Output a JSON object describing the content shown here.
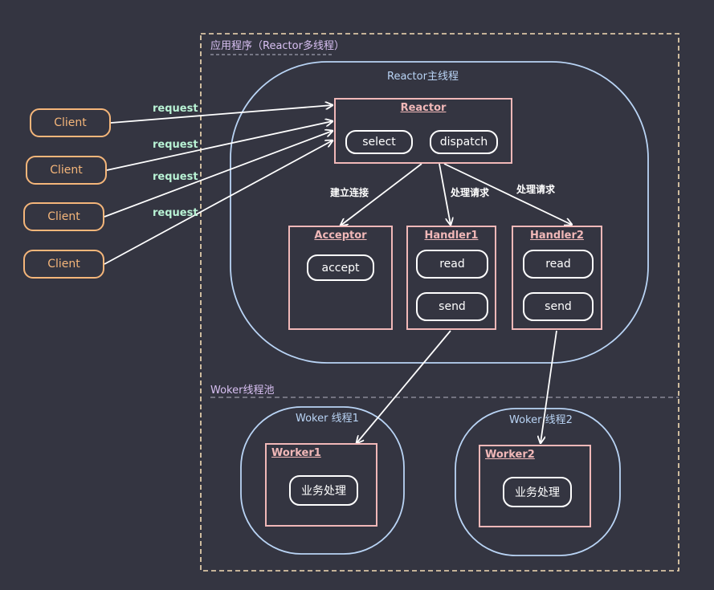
{
  "app_frame": {
    "title": "应用程序（Reactor多线程）"
  },
  "reactor_thread": {
    "title": "Reactor主线程"
  },
  "reactor": {
    "title": "Reactor",
    "select": "select",
    "dispatch": "dispatch"
  },
  "acceptor": {
    "title": "Acceptor",
    "accept": "accept"
  },
  "handler1": {
    "title": "Handler1",
    "read": "read",
    "send": "send"
  },
  "handler2": {
    "title": "Handler2",
    "read": "read",
    "send": "send"
  },
  "clients": [
    "Client",
    "Client",
    "Client",
    "Client"
  ],
  "requests": [
    "request",
    "request",
    "request",
    "request"
  ],
  "edge_labels": {
    "connect": "建立连接",
    "process1": "处理请求",
    "process2": "处理请求"
  },
  "worker_pool": {
    "title": "Woker线程池"
  },
  "worker_thread1": {
    "title": "Woker 线程1"
  },
  "worker_thread2": {
    "title": "Woker 线程2"
  },
  "worker1": {
    "title": "Worker1",
    "task": "业务处理"
  },
  "worker2": {
    "title": "Worker2",
    "task": "业务处理"
  },
  "colors": {
    "background": "#343541",
    "client": "#f5b67a",
    "box": "#f1b8b8",
    "frame": "#f5ddb5",
    "thread": "#b9d4f5",
    "request_label": "#b8f2d4",
    "arrow": "#ffffff"
  }
}
